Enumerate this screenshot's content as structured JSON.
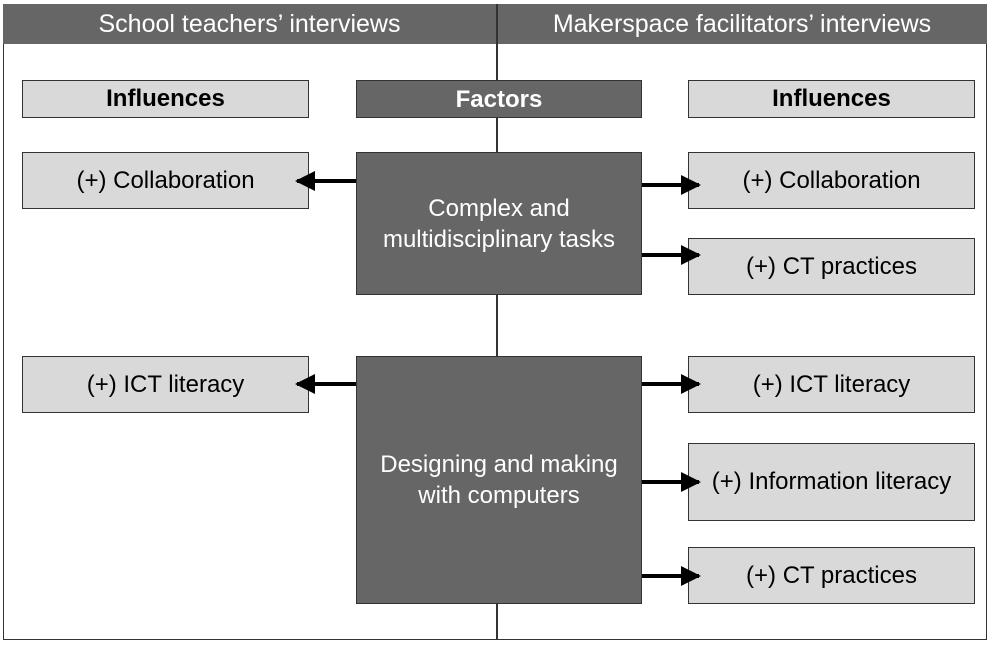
{
  "headers": {
    "left": "School teachers’ interviews",
    "right": "Makerspace facilitators’ interviews"
  },
  "column_titles": {
    "left": "Influences",
    "center": "Factors",
    "right": "Influences"
  },
  "factors": [
    {
      "label": "Complex and multidisciplinary tasks",
      "teacher_influences": [
        "(+) Collaboration"
      ],
      "facilitator_influences": [
        "(+) Collaboration",
        "(+) CT practices"
      ]
    },
    {
      "label": "Designing and making with computers",
      "teacher_influences": [
        "(+) ICT literacy"
      ],
      "facilitator_influences": [
        "(+) ICT literacy",
        "(+) Information literacy",
        "(+) CT practices"
      ]
    }
  ],
  "colors": {
    "dark_fill": "#666666",
    "light_fill": "#d9d9d9",
    "line": "#333333",
    "arrow": "#000000"
  }
}
